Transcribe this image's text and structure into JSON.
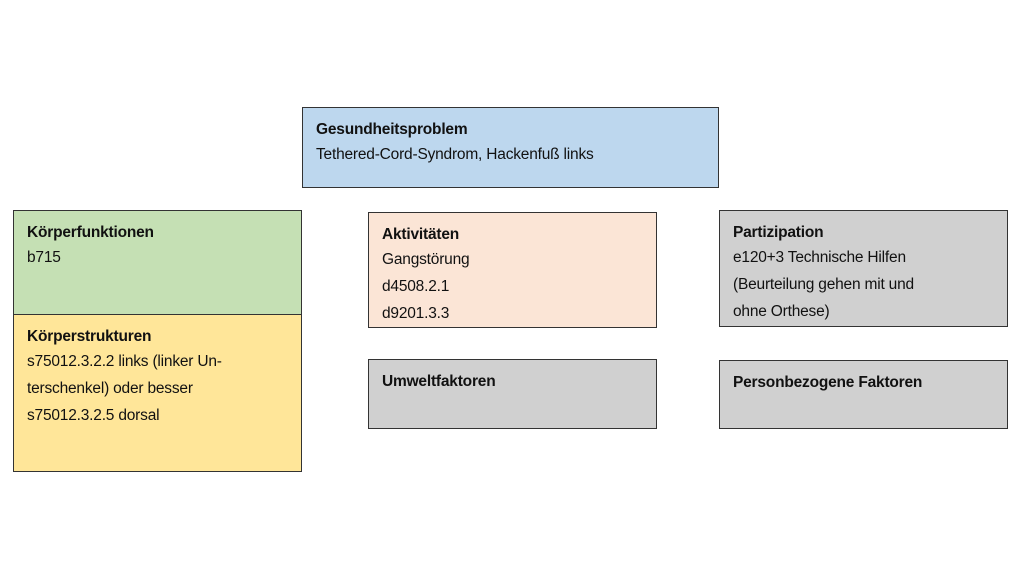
{
  "gesundheitsproblem": {
    "title": "Gesundheitsproblem",
    "lines": [
      "Tethered-Cord-Syndrom, Hackenfuß links"
    ]
  },
  "koerperfunktionen": {
    "title": "Körperfunktionen",
    "lines": [
      "b715"
    ]
  },
  "koerperstrukturen": {
    "title": "Körperstrukturen",
    "lines": [
      "s75012.3.2.2 links (linker Un-",
      "terschenkel) oder besser",
      "s75012.3.2.5 dorsal"
    ]
  },
  "aktivitaeten": {
    "title": "Aktivitäten",
    "lines": [
      "Gangstörung",
      "d4508.2.1",
      "d9201.3.3"
    ]
  },
  "partizipation": {
    "title": "Partizipation",
    "lines": [
      "e120+3 Technische Hilfen",
      "(Beurteilung gehen mit und",
      "ohne Orthese)"
    ]
  },
  "umweltfaktoren": {
    "title": "Umweltfaktoren"
  },
  "personbezogene_faktoren": {
    "title": "Personbezogene Faktoren"
  },
  "colors": {
    "health": "#bdd7ee",
    "functions": "#c5e0b4",
    "structures": "#ffe699",
    "activities": "#fbe5d6",
    "neutral": "#d0d0d0"
  }
}
